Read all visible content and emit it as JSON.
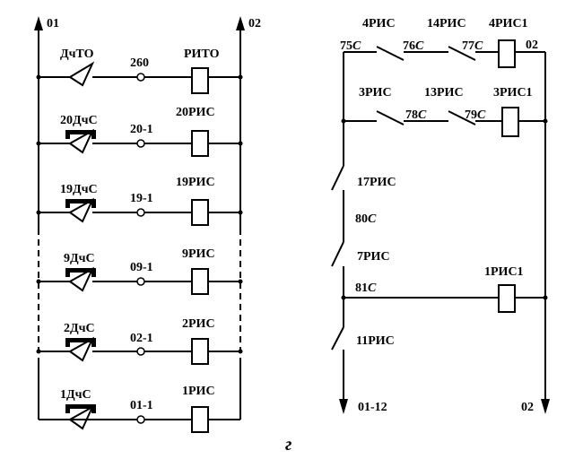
{
  "left_circuit": {
    "bus_left": "01",
    "bus_right": "02",
    "rungs": [
      {
        "sensor": "ДчТО",
        "wire": "260",
        "relay": "РИТО"
      },
      {
        "sensor": "20ДчС",
        "wire": "20-1",
        "relay": "20РИС"
      },
      {
        "sensor": "19ДчС",
        "wire": "19-1",
        "relay": "19РИС"
      },
      {
        "sensor": "9ДчС",
        "wire": "09-1",
        "relay": "9РИС"
      },
      {
        "sensor": "2ДчС",
        "wire": "02-1",
        "relay": "2РИС"
      },
      {
        "sensor": "1ДчС",
        "wire": "01-1",
        "relay": "1РИС"
      }
    ]
  },
  "right_circuit": {
    "row1": {
      "c1": "4РИС",
      "c2": "14РИС",
      "coil": "4РИС1",
      "w1": "75",
      "w2": "76",
      "w3": "77",
      "suffix": "С",
      "right": "02"
    },
    "row2": {
      "c1": "3РИС",
      "c2": "13РИС",
      "coil": "3РИС1",
      "w1": "78",
      "w2": "79",
      "suffix": "С"
    },
    "col_contact1": "17РИС",
    "col_wire1": "80",
    "col_contact2": "7РИС",
    "col_wire2": "81",
    "col_suffix": "С",
    "coil3": "1РИС1",
    "col_contact3": "11РИС",
    "bottom_left": "01-12",
    "bottom_right": "02"
  },
  "caption": "г"
}
